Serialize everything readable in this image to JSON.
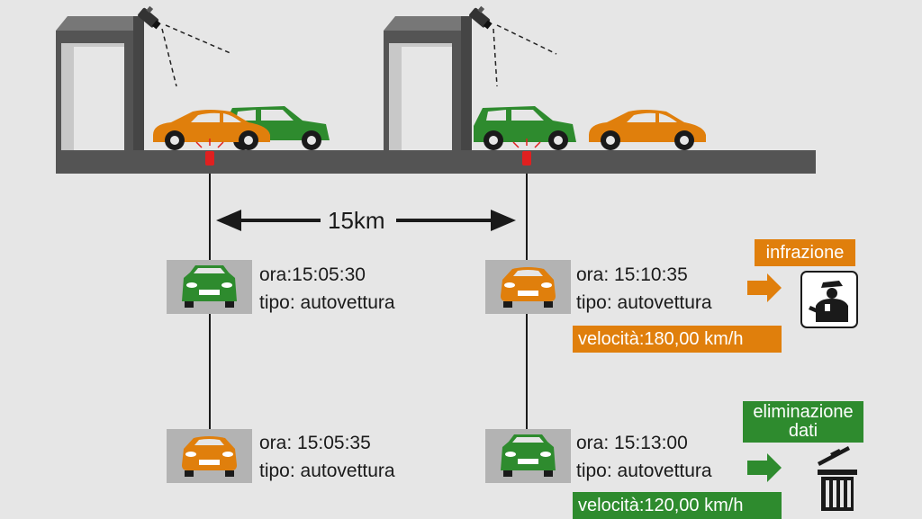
{
  "distance_label": "15km",
  "checkpoints": [
    {
      "time": "ora:15:05:30",
      "type": "tipo: autovettura"
    },
    {
      "time": "ora: 15:10:35",
      "type": "tipo: autovettura"
    },
    {
      "time": "ora: 15:05:35",
      "type": "tipo: autovettura"
    },
    {
      "time": "ora: 15:13:00",
      "type": "tipo: autovettura"
    }
  ],
  "speed_violation": "velocità:180,00 km/h",
  "speed_ok": "velocità:120,00 km/h",
  "infraction_label": "infrazione",
  "deletion_label_line1": "eliminazione",
  "deletion_label_line2": "dati",
  "icons": [
    "camera-icon",
    "car-icon",
    "police-officer-icon",
    "trash-bin-icon",
    "arrow-right-icon"
  ],
  "colors": {
    "orange": "#e07f0c",
    "green": "#2e8b2e",
    "gantry": "#545454"
  }
}
